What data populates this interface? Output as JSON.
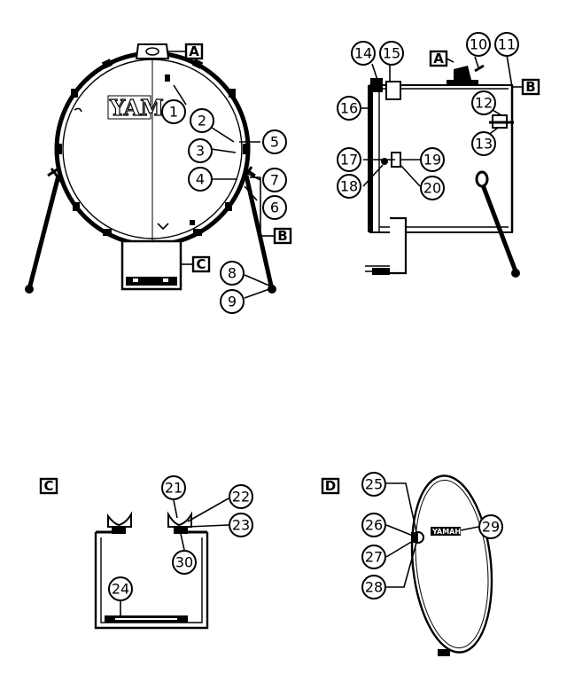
{
  "brand": {
    "main_mark": "YAM",
    "detail_mark": "YAMAHA"
  },
  "detail_letters": [
    "A",
    "B",
    "C",
    "D"
  ],
  "callouts": [
    "1",
    "2",
    "3",
    "4",
    "5",
    "6",
    "7",
    "8",
    "9",
    "10",
    "11",
    "12",
    "13",
    "14",
    "15",
    "16",
    "17",
    "18",
    "19",
    "20",
    "21",
    "22",
    "23",
    "24",
    "25",
    "26",
    "27",
    "28",
    "29",
    "30"
  ],
  "views": {
    "front": "front-view",
    "side": "side-view",
    "detail_c": "detail-c",
    "detail_d": "detail-d"
  }
}
